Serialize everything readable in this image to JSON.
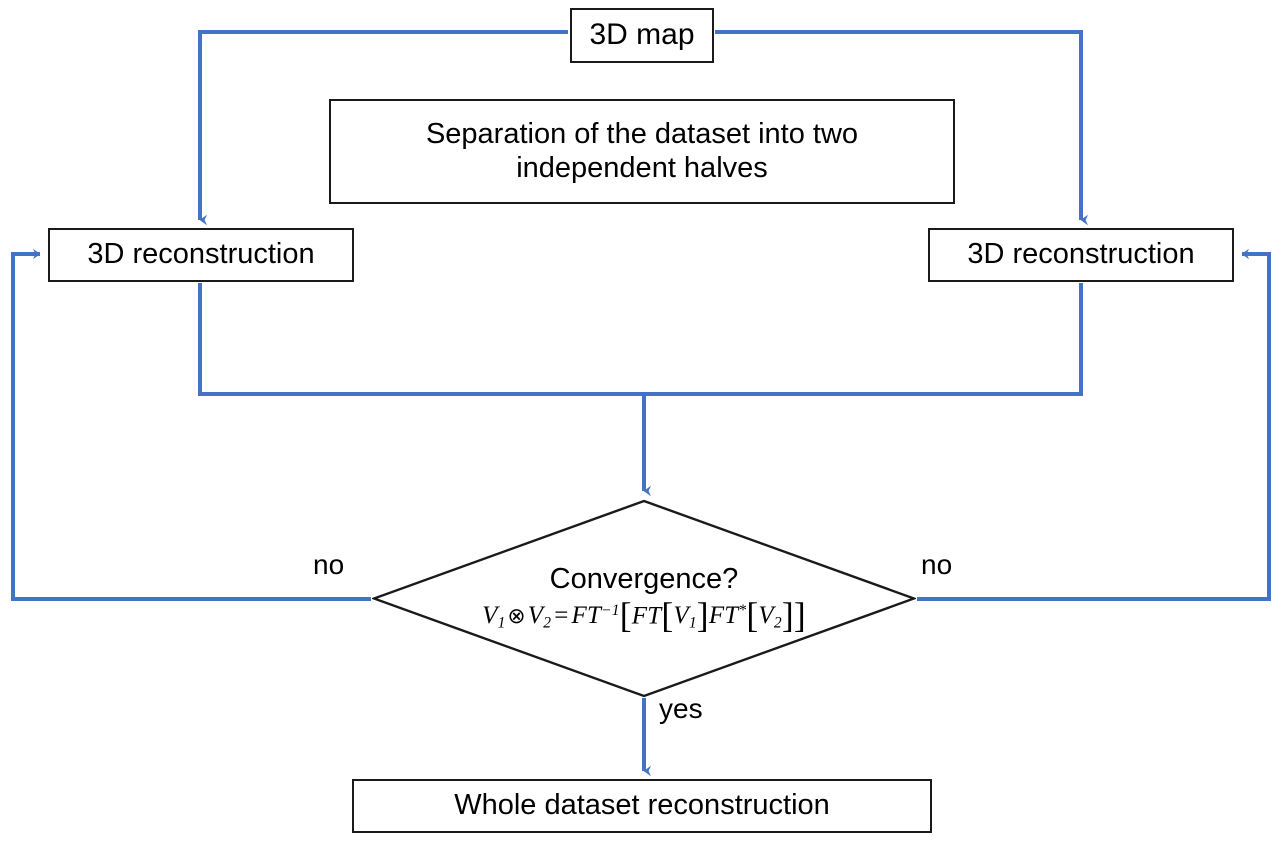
{
  "diagram": {
    "title": "3D reconstruction convergence flowchart",
    "accent_color": "#4472C4",
    "node_border_color": "#1A1A1A",
    "background": "#FFFFFF",
    "nodes": {
      "map": {
        "label": "3D map",
        "shape": "rectangle"
      },
      "separation": {
        "line1": "Separation of the dataset into two",
        "line2": "independent halves",
        "shape": "rectangle"
      },
      "recon_left": {
        "label": "3D reconstruction",
        "shape": "rectangle"
      },
      "recon_right": {
        "label": "3D reconstruction",
        "shape": "rectangle"
      },
      "convergence": {
        "label": "Convergence?",
        "shape": "diamond",
        "formula_plain": "V1 (x) V2 = FT^-1 [ FT[V1] FT*[V2] ]",
        "formula_parts": {
          "v": "V",
          "sub1": "1",
          "sub2": "2",
          "tensor": "⊗",
          "equals": "=",
          "ft": "FT",
          "inverse": "−1",
          "star": "*",
          "bracket_open": "[",
          "bracket_close": "]"
        }
      },
      "whole": {
        "label": "Whole dataset reconstruction",
        "shape": "rectangle"
      }
    },
    "edge_labels": {
      "no_left": "no",
      "no_right": "no",
      "yes": "yes"
    }
  }
}
